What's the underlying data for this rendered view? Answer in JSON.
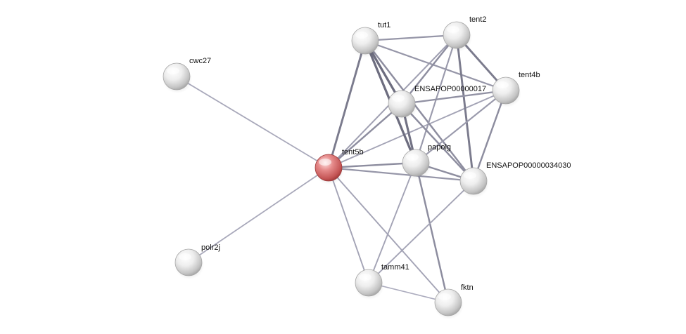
{
  "nodes": [
    {
      "id": "tent5b",
      "label": "tent5b",
      "color": "#d9534f",
      "highlight": true
    },
    {
      "id": "cwc27",
      "label": "cwc27",
      "color": "#d8d8d8"
    },
    {
      "id": "polr2j",
      "label": "polr2j",
      "color": "#d8d8d8"
    },
    {
      "id": "tut1",
      "label": "tut1",
      "color": "#d8d8d8"
    },
    {
      "id": "tent2",
      "label": "tent2",
      "color": "#d8d8d8"
    },
    {
      "id": "tent4b",
      "label": "tent4b",
      "color": "#d8d8d8"
    },
    {
      "id": "ensapop17",
      "label": "ENSAPOP00000017",
      "color": "#d8d8d8"
    },
    {
      "id": "papolg",
      "label": "papolg",
      "color": "#d8d8d8"
    },
    {
      "id": "ensapop34030",
      "label": "ENSAPOP00000034030",
      "color": "#d8d8d8"
    },
    {
      "id": "tamm41",
      "label": "tamm41",
      "color": "#d8d8d8"
    },
    {
      "id": "fktn",
      "label": "fktn",
      "color": "#d8d8d8"
    }
  ],
  "edges": [
    {
      "source": "tent5b",
      "target": "cwc27",
      "strength": 0.25
    },
    {
      "source": "tent5b",
      "target": "polr2j",
      "strength": 0.25
    },
    {
      "source": "tent5b",
      "target": "tut1",
      "strength": 0.75
    },
    {
      "source": "tent5b",
      "target": "tent2",
      "strength": 0.35
    },
    {
      "source": "tent5b",
      "target": "ensapop17",
      "strength": 0.55
    },
    {
      "source": "tent5b",
      "target": "papolg",
      "strength": 0.55
    },
    {
      "source": "tent5b",
      "target": "ensapop34030",
      "strength": 0.45
    },
    {
      "source": "tent5b",
      "target": "tent4b",
      "strength": 0.3
    },
    {
      "source": "tent5b",
      "target": "tamm41",
      "strength": 0.3
    },
    {
      "source": "tent5b",
      "target": "fktn",
      "strength": 0.3
    },
    {
      "source": "tut1",
      "target": "tent2",
      "strength": 0.45
    },
    {
      "source": "tut1",
      "target": "tent4b",
      "strength": 0.45
    },
    {
      "source": "tut1",
      "target": "ensapop17",
      "strength": 0.9
    },
    {
      "source": "tut1",
      "target": "papolg",
      "strength": 0.9
    },
    {
      "source": "tut1",
      "target": "ensapop34030",
      "strength": 0.55
    },
    {
      "source": "tent2",
      "target": "tent4b",
      "strength": 0.75
    },
    {
      "source": "tent2",
      "target": "ensapop17",
      "strength": 0.55
    },
    {
      "source": "tent2",
      "target": "papolg",
      "strength": 0.4
    },
    {
      "source": "tent2",
      "target": "ensapop34030",
      "strength": 0.75
    },
    {
      "source": "tent4b",
      "target": "ensapop17",
      "strength": 0.5
    },
    {
      "source": "tent4b",
      "target": "papolg",
      "strength": 0.4
    },
    {
      "source": "tent4b",
      "target": "ensapop34030",
      "strength": 0.55
    },
    {
      "source": "ensapop17",
      "target": "papolg",
      "strength": 0.85
    },
    {
      "source": "ensapop17",
      "target": "ensapop34030",
      "strength": 0.55
    },
    {
      "source": "papolg",
      "target": "ensapop34030",
      "strength": 0.55
    },
    {
      "source": "papolg",
      "target": "tamm41",
      "strength": 0.3
    },
    {
      "source": "papolg",
      "target": "fktn",
      "strength": 0.55
    },
    {
      "source": "ensapop34030",
      "target": "tamm41",
      "strength": 0.3
    },
    {
      "source": "tamm41",
      "target": "fktn",
      "strength": 0.2
    }
  ]
}
